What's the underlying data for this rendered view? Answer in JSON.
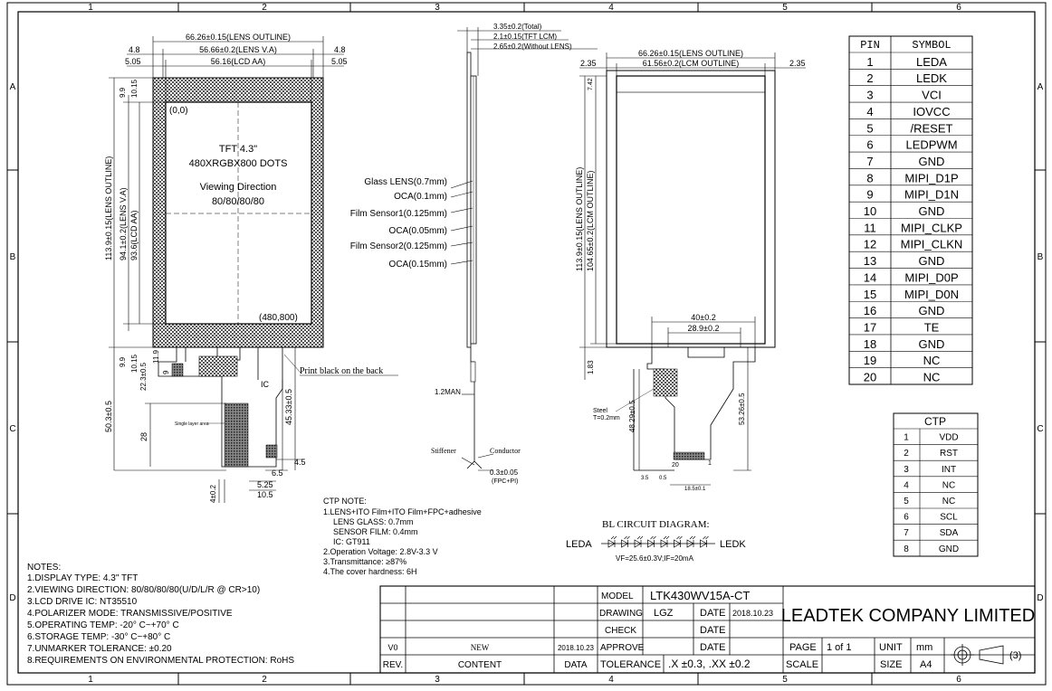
{
  "frame": {
    "columns": [
      "1",
      "2",
      "3",
      "4",
      "5",
      "6"
    ],
    "rows": [
      "A",
      "B",
      "C",
      "D"
    ]
  },
  "front_view": {
    "dims_top": [
      "66.26±0.15(LENS OUTLINE)",
      "56.66±0.2(LENS V.A)",
      "56.16(LCD AA)"
    ],
    "margin_left": [
      "4.8",
      "5.05"
    ],
    "margin_right": [
      "4.8",
      "5.05"
    ],
    "dims_left": [
      "113.9±0.15(LENS OUTLINE)",
      "94.1±0.2(LENS V.A)",
      "93.6(LCD AA)"
    ],
    "dims_small": [
      "9.9",
      "10.15",
      "9.9",
      "10.15",
      "11.9",
      "9",
      "22.3±0.5"
    ],
    "origin": "(0,0)",
    "end_point": "(480,800)",
    "panel_text": [
      "TFT 4.3\"",
      "480XRGBX800 DOTS",
      "Viewing Direction",
      "80/80/80/80"
    ],
    "ic_label": "IC",
    "print_note": "Print black on the back",
    "single_layer": "Single layer area",
    "fpc_dims": [
      "50.3±0.5",
      "45.33±0.5",
      "28",
      "4.5",
      "6.5",
      "5.25",
      "10.5",
      "4±0.2"
    ]
  },
  "side_view": {
    "totals": [
      "3.35±0.2(Total)",
      "2.1±0.15(TFT LCM)",
      "2.65±0.2(Without LENS)"
    ],
    "layers": [
      "Glass LENS(0.7mm)",
      "OCA(0.1mm)",
      "Film Sensor1(0.125mm)",
      "OCA(0.05mm)",
      "Film Sensor2(0.125mm)",
      "OCA(0.15mm)"
    ],
    "fpc_label": "1.2MAN",
    "stiffener": "Stiffener",
    "conductor": "Conductor",
    "fpc_thickness": "0.3±0.05",
    "fpc_sub": "(FPC+PI)"
  },
  "back_view": {
    "dims_top": [
      "66.26±0.15(LENS OUTLINE)",
      "61.56±0.2(LCM OUTLINE)"
    ],
    "margins": [
      "2.35",
      "2.35"
    ],
    "dim_top_small": "7.42",
    "dims_left": [
      "113.9±0.15(LENS OUTLINE)",
      "104.65±0.2(LCM OUTLINE)"
    ],
    "dim_bottom": "1.83",
    "fpc_dims": [
      "40±0.2",
      "28.9±0.2",
      "48.29±0.5",
      "53.26±0.5"
    ],
    "steel": [
      "Steel",
      "T=0.2mm"
    ],
    "small_dims": [
      "20",
      "1",
      "3.5",
      "0.5",
      "18.5±0.1"
    ]
  },
  "pins": {
    "headers": [
      "PIN",
      "SYMBOL"
    ],
    "rows": [
      [
        "1",
        "LEDA"
      ],
      [
        "2",
        "LEDK"
      ],
      [
        "3",
        "VCI"
      ],
      [
        "4",
        "IOVCC"
      ],
      [
        "5",
        "/RESET"
      ],
      [
        "6",
        "LEDPWM"
      ],
      [
        "7",
        "GND"
      ],
      [
        "8",
        "MIPI_D1P"
      ],
      [
        "9",
        "MIPI_D1N"
      ],
      [
        "10",
        "GND"
      ],
      [
        "11",
        "MIPI_CLKP"
      ],
      [
        "12",
        "MIPI_CLKN"
      ],
      [
        "13",
        "GND"
      ],
      [
        "14",
        "MIPI_D0P"
      ],
      [
        "15",
        "MIPI_D0N"
      ],
      [
        "16",
        "GND"
      ],
      [
        "17",
        "TE"
      ],
      [
        "18",
        "GND"
      ],
      [
        "19",
        "NC"
      ],
      [
        "20",
        "NC"
      ]
    ]
  },
  "ctp": {
    "title": "CTP",
    "rows": [
      [
        "1",
        "VDD"
      ],
      [
        "2",
        "RST"
      ],
      [
        "3",
        "INT"
      ],
      [
        "4",
        "NC"
      ],
      [
        "5",
        "NC"
      ],
      [
        "6",
        "SCL"
      ],
      [
        "7",
        "SDA"
      ],
      [
        "8",
        "GND"
      ]
    ]
  },
  "ctp_note": {
    "title": "CTP NOTE:",
    "lines": [
      "1.LENS+ITO Film+ITO Film+FPC+adhesive",
      "LENS GLASS: 0.7mm",
      "SENSOR FILM: 0.4mm",
      "IC: GT911",
      "2.Operation Voltage: 2.8V-3.3 V",
      "3.Transmittance: ≥87%",
      "4.The cover hardness: 6H"
    ]
  },
  "bl_circuit": {
    "title": "BL CIRCUIT DIAGRAM:",
    "left": "LEDA",
    "right": "LEDK",
    "spec": "VF=25.6±0.3V;IF=20mA"
  },
  "notes": {
    "title": "NOTES:",
    "lines": [
      "1.DISPLAY TYPE:  4.3\" TFT",
      "2.VIEWING DIRECTION: 80/80/80/80(U/D/L/R @ CR>10)",
      "3.LCD DRIVE IC: NT35510",
      "4.POLARIZER MODE: TRANSMISSIVE/POSITIVE",
      "5.OPERATING TEMP: -20° C~+70° C",
      "6.STORAGE TEMP: -30° C~+80° C",
      "7.UNMARKER TOLERANCE: ±0.20",
      "8.REQUIREMENTS ON ENVIRONMENTAL PROTECTION: RoHS"
    ]
  },
  "title_block": {
    "model_label": "MODEL",
    "model_value": "LTK430WV15A-CT",
    "drawing_label": "DRAWING",
    "drawing_value": "LGZ",
    "date_label": "DATE",
    "date_value": "2018.10.23",
    "check_label": "CHECK",
    "approve_label": "APPROVE",
    "company": "LEADTEK COMPANY LIMITED",
    "rev_row": [
      "V0",
      "NEW",
      "2018.10.23"
    ],
    "rev_headers": [
      "REV.",
      "CONTENT",
      "DATA"
    ],
    "tolerance_label": "TOLERANCE",
    "tolerance_value": ".X  ±0.3,  .XX  ±0.2",
    "page_label": "PAGE",
    "page_value": "1   of   1",
    "unit_label": "UNIT",
    "unit_value": "mm",
    "scale_label": "SCALE",
    "size_label": "SIZE",
    "size_value": "A4",
    "projection_no": "(3)"
  }
}
